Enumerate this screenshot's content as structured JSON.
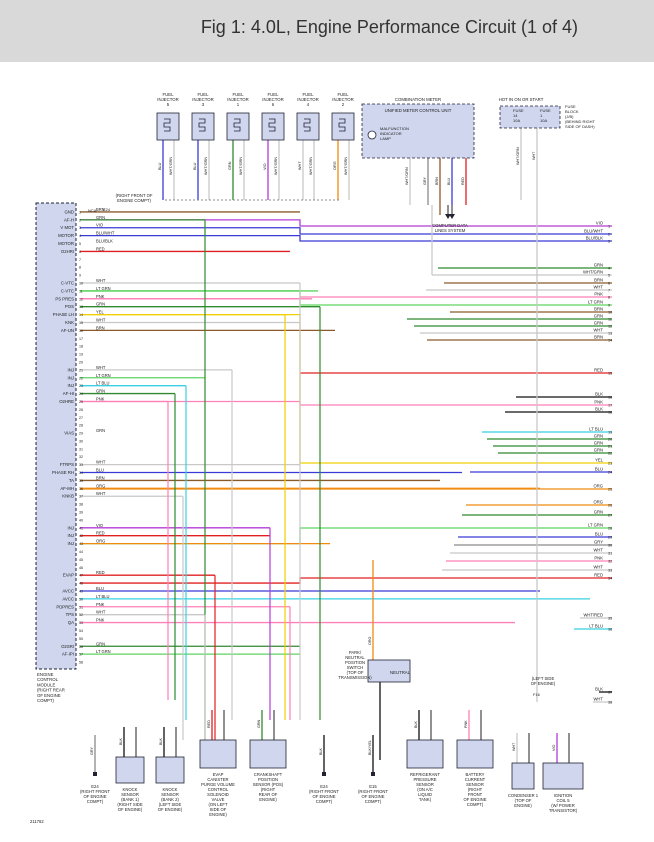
{
  "header": {
    "title": "Fig 1: 4.0L, Engine Performance Circuit (1 of 4)"
  },
  "ecm": {
    "label": [
      "ENGINE",
      "CONTROL",
      "MODULE",
      "(RIGHT REAR",
      "OF ENGINE",
      "COMPT)"
    ],
    "pins": [
      {
        "name": "GND",
        "num": "1"
      },
      {
        "name": "AF-H",
        "num": "2"
      },
      {
        "name": "V MOT",
        "num": "3"
      },
      {
        "name": "MOTOR",
        "num": "4"
      },
      {
        "name": "MOTOR",
        "num": "5"
      },
      {
        "name": "O2HRI",
        "num": "6"
      },
      {
        "name": "",
        "num": "7"
      },
      {
        "name": "",
        "num": "8"
      },
      {
        "name": "",
        "num": "9"
      },
      {
        "name": "C-VTC",
        "num": "10"
      },
      {
        "name": "C-VTC",
        "num": "11"
      },
      {
        "name": "PS PRES",
        "num": "12"
      },
      {
        "name": "POS",
        "num": "13"
      },
      {
        "name": "PHASE LH",
        "num": "14"
      },
      {
        "name": "KNK",
        "num": "15"
      },
      {
        "name": "AF-UN",
        "num": "16"
      },
      {
        "name": "",
        "num": "17"
      },
      {
        "name": "",
        "num": "18"
      },
      {
        "name": "",
        "num": "19"
      },
      {
        "name": "",
        "num": "20"
      },
      {
        "name": "INJ",
        "num": "21"
      },
      {
        "name": "INJ",
        "num": "22"
      },
      {
        "name": "INJ",
        "num": "23"
      },
      {
        "name": "AF-HI",
        "num": "24"
      },
      {
        "name": "O2HRE",
        "num": "25"
      },
      {
        "name": "",
        "num": "26"
      },
      {
        "name": "",
        "num": "27"
      },
      {
        "name": "",
        "num": "28"
      },
      {
        "name": "VIAS",
        "num": "29"
      },
      {
        "name": "",
        "num": "30"
      },
      {
        "name": "",
        "num": "31"
      },
      {
        "name": "",
        "num": "32"
      },
      {
        "name": "FTRPS",
        "num": "33"
      },
      {
        "name": "PHASE RH",
        "num": "34"
      },
      {
        "name": "TA",
        "num": "35"
      },
      {
        "name": "AF-MH",
        "num": "36"
      },
      {
        "name": "KNKB",
        "num": "37"
      },
      {
        "name": "",
        "num": "38"
      },
      {
        "name": "",
        "num": "39"
      },
      {
        "name": "",
        "num": "40"
      },
      {
        "name": "INJ",
        "num": "41"
      },
      {
        "name": "INJ",
        "num": "42"
      },
      {
        "name": "INJ",
        "num": "43"
      },
      {
        "name": "",
        "num": "44"
      },
      {
        "name": "",
        "num": "45"
      },
      {
        "name": "",
        "num": "46"
      },
      {
        "name": "EVAP",
        "num": "47"
      },
      {
        "name": "",
        "num": "48"
      },
      {
        "name": "AVCC",
        "num": "49"
      },
      {
        "name": "AVCC",
        "num": "50"
      },
      {
        "name": "PDPRES",
        "num": "51"
      },
      {
        "name": "TPS",
        "num": "52"
      },
      {
        "name": "QA",
        "num": "53"
      },
      {
        "name": "",
        "num": "54"
      },
      {
        "name": "",
        "num": "55"
      },
      {
        "name": "O2SRI",
        "num": "56"
      },
      {
        "name": "AF-IPI",
        "num": "57"
      },
      {
        "name": "",
        "num": "58"
      }
    ]
  },
  "injectors": [
    {
      "label": "FUEL INJECTOR",
      "num": "5",
      "colors": [
        "BLU",
        "WHT/GRN"
      ]
    },
    {
      "label": "FUEL INJECTOR",
      "num": "3",
      "colors": [
        "BLU",
        "WHT/GRN"
      ]
    },
    {
      "label": "FUEL INJECTOR",
      "num": "1",
      "colors": [
        "GRN",
        "WHT/GRN"
      ]
    },
    {
      "label": "FUEL INJECTOR",
      "num": "6",
      "colors": [
        "VIO",
        "WHT/GRN"
      ]
    },
    {
      "label": "FUEL INJECTOR",
      "num": "4",
      "colors": [
        "WHT",
        "WHT/GRN"
      ]
    },
    {
      "label": "FUEL INJECTOR",
      "num": "2",
      "colors": [
        "ORG",
        "WHT/GRN"
      ]
    }
  ],
  "combination_meter": {
    "title": "COMBINATION METER",
    "unit": "UNIFIED METER CONTROL UNIT",
    "lamp": [
      "MALFUNCTION",
      "INDICATOR",
      "LAMP"
    ],
    "wires": [
      "WHT/GRN",
      "GRY",
      "BRN",
      "BLU",
      "RED"
    ]
  },
  "fuse_block": {
    "hot": "HOT IN ON OR START",
    "f1": [
      "FUSE",
      "14",
      "10A"
    ],
    "f2": [
      "FUSE",
      "1",
      "10A"
    ],
    "label": [
      "FUSE",
      "BLOCK",
      "(J/B)",
      "(BEHIND RIGHT",
      "SIDE OF DASH)"
    ],
    "wires": [
      "WHT/GRN",
      "WHT"
    ]
  },
  "computer_lines": [
    "COMPUTER DATA",
    "LINES SYSTEM"
  ],
  "right_front": [
    "(RIGHT FRONT OF",
    "ENGINE COMPT)"
  ],
  "e24": "E24",
  "nca": "NCA",
  "wires": [
    {
      "color": "VIO",
      "num": "1"
    },
    {
      "color": "BLU/WHT",
      "num": "2"
    },
    {
      "color": "BLU/BLK",
      "num": "3"
    },
    {
      "color": "GRN",
      "num": "4"
    },
    {
      "color": "WHT/GRN",
      "num": "5"
    },
    {
      "color": "BRN",
      "num": "6"
    },
    {
      "color": "WHT",
      "num": "7"
    },
    {
      "color": "PNK",
      "num": "8"
    },
    {
      "color": "LT GRN",
      "num": "9"
    },
    {
      "color": "BRN",
      "num": "10"
    },
    {
      "color": "GRN",
      "num": "11"
    },
    {
      "color": "GRN",
      "num": "12"
    },
    {
      "color": "WHT",
      "num": "13"
    },
    {
      "color": "BRN",
      "num": "14"
    },
    {
      "color": "RED",
      "num": "15"
    },
    {
      "color": "BLK",
      "num": "16"
    },
    {
      "color": "PNK",
      "num": "17"
    },
    {
      "color": "BLK",
      "num": "18"
    },
    {
      "color": "LT BLU",
      "num": "19"
    },
    {
      "color": "GRN",
      "num": "20"
    },
    {
      "color": "GRN",
      "num": "21"
    },
    {
      "color": "GRN",
      "num": "22"
    },
    {
      "color": "YEL",
      "num": "23"
    },
    {
      "color": "BLU",
      "num": "24"
    },
    {
      "color": "ORG",
      "num": "25"
    },
    {
      "color": "ORG",
      "num": "26"
    },
    {
      "color": "GRN",
      "num": "27"
    },
    {
      "color": "LT GRN",
      "num": "28"
    },
    {
      "color": "BLU",
      "num": "29"
    },
    {
      "color": "GRY",
      "num": "30"
    },
    {
      "color": "WHT",
      "num": "31"
    },
    {
      "color": "PNK",
      "num": "32"
    },
    {
      "color": "WHT",
      "num": "33"
    },
    {
      "color": "RED",
      "num": "34"
    },
    {
      "color": "WHT/RED",
      "num": "35"
    },
    {
      "color": "LT BLU",
      "num": "36"
    },
    {
      "color": "BLK",
      "num": "37"
    },
    {
      "color": "WHT",
      "num": "38"
    }
  ],
  "ecm_wire_labels": [
    "BRN",
    "GRN",
    "VIO",
    "BLU/WHT",
    "BLU/BLK",
    "RED",
    "WHT",
    "LT GRN",
    "PNK",
    "GRN",
    "YEL",
    "WHT",
    "BRN",
    "WHT",
    "LT GRN",
    "LT BLU",
    "GRN",
    "PNK",
    "GRN",
    "WHT",
    "BLU",
    "BRN",
    "ORG",
    "WHT",
    "VIO",
    "RED",
    "ORG",
    "RED",
    "BLU",
    "LT BLU",
    "PNK",
    "WHT",
    "PNK",
    "GRN",
    "LT GRN"
  ],
  "bottom_components": [
    {
      "id": "e24-left",
      "lines": [
        "E24",
        "(RIGHT FRONT",
        "OF ENGINE",
        "COMPT)"
      ],
      "wire": "GRY"
    },
    {
      "id": "knock1",
      "lines": [
        "KNOCK",
        "SENSOR",
        "(BANK 1)",
        "(RIGHT SIDE",
        "OF ENGINE)"
      ],
      "wire": "BLK"
    },
    {
      "id": "knock2",
      "lines": [
        "KNOCK",
        "SENSOR",
        "(BANK 2)",
        "(LEFT SIDE",
        "OF ENGINE)"
      ],
      "wire": "BLK"
    },
    {
      "id": "evap",
      "lines": [
        "EVAP",
        "CANISTER",
        "PURGE VOLUME",
        "CONTROL",
        "SOLENOID",
        "VALVE",
        "(ON LEFT",
        "SIDE OF",
        "ENGINE)"
      ],
      "wire": "RED"
    },
    {
      "id": "cmp",
      "lines": [
        "CRANKSHAFT",
        "POSITION",
        "SENSOR (POS)",
        "(RIGHT",
        "REAR OF",
        "ENGINE)"
      ],
      "wire": "GRN"
    },
    {
      "id": "e24-mid",
      "lines": [
        "E24",
        "(RIGHT FRONT",
        "OF ENGINE",
        "COMPT)"
      ],
      "wire": "BLK"
    },
    {
      "id": "e15",
      "lines": [
        "E15",
        "(RIGHT FRONT",
        "OF ENGINE",
        "COMPT)"
      ],
      "wire": "BLK/YEL"
    },
    {
      "id": "refrig",
      "lines": [
        "REFRIGERANT",
        "PRESSURE",
        "SENSOR",
        "(ON A/C",
        "LIQUID",
        "TANK)"
      ],
      "wire": "BLK"
    },
    {
      "id": "battery",
      "lines": [
        "BATTERY",
        "CURRENT",
        "SENSOR",
        "(RIGHT",
        "FRONT",
        "OF ENGINE",
        "COMPT)"
      ],
      "wire": "PNK"
    },
    {
      "id": "condenser",
      "lines": [
        "CONDENSER 1",
        "(TOP OF",
        "ENGINE)"
      ],
      "wire": "WHT"
    },
    {
      "id": "ignition",
      "lines": [
        "IGNITION",
        "COIL 5",
        "(W/ POWER",
        "TRANSISTOR)"
      ],
      "wire": "VIO"
    }
  ],
  "pnp": {
    "lines": [
      "PARK/",
      "NEUTRAL",
      "POSITION",
      "SWITCH",
      "(TOP OF",
      "TRANSMISSION)"
    ],
    "state": "NEUTRAL",
    "wire": "ORG"
  },
  "f16": {
    "lines": [
      "(LEFT SIDE",
      "OF ENGINE)"
    ],
    "id": "F16"
  },
  "diagram_id": "211762",
  "colors": {
    "VIO": "#b43cd8",
    "BLU": "#3a3ad8",
    "BLK": "#111111",
    "GRN": "#2f8a2f",
    "LTGRN": "#5fd35f",
    "WHT": "#c8c8c8",
    "BRN": "#8b5a2b",
    "PNK": "#ff7fb8",
    "RED": "#e02020",
    "YEL": "#f0d000",
    "ORG": "#f08a10",
    "LTBLU": "#38d0e0",
    "GRY": "#8a8a8a"
  }
}
